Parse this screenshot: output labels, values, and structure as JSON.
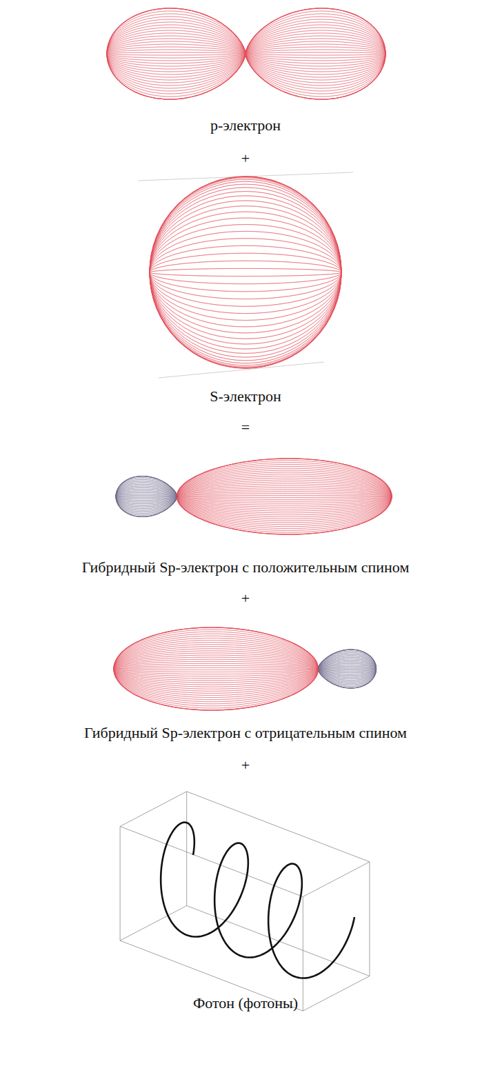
{
  "diagram": {
    "labels": [
      "p-электрон",
      "+",
      "S-электрон",
      "=",
      "Гибридный Sp-электрон с положительным спином",
      "+",
      "Гибридный Sp-электрон с отрицательным спином",
      "+",
      "Фотон (фотоны)"
    ]
  }
}
